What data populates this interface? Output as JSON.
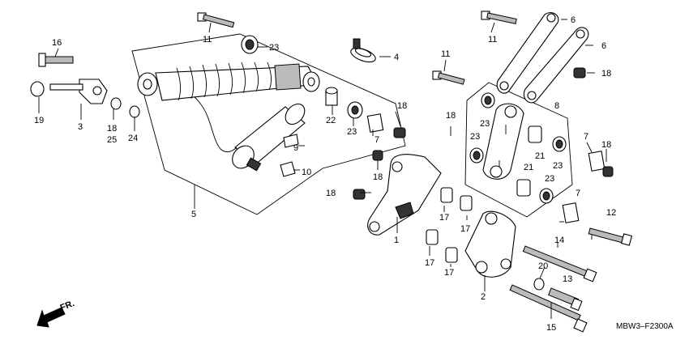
{
  "diagram_code": "MBW3–F2300A",
  "direction_label": "FR.",
  "callouts": {
    "c1": "1",
    "c2": "2",
    "c3": "3",
    "c4": "4",
    "c5": "5",
    "c6a": "6",
    "c6b": "6",
    "c7a": "7",
    "c7b": "7",
    "c7c": "7",
    "c8": "8",
    "c9": "9",
    "c10": "10",
    "c11a": "11",
    "c11b": "11",
    "c11c": "11",
    "c12": "12",
    "c13": "13",
    "c14": "14",
    "c15": "15",
    "c16": "16",
    "c17a": "17",
    "c17b": "17",
    "c17c": "17",
    "c17d": "17",
    "c18a": "18",
    "c18b": "18",
    "c18c": "18",
    "c18d": "18",
    "c18e": "18",
    "c18f": "18",
    "c18g": "18",
    "c19": "19",
    "c20": "20",
    "c21a": "21",
    "c21b": "21",
    "c22": "22",
    "c23a": "23",
    "c23b": "23",
    "c23c": "23",
    "c23d": "23",
    "c23e": "23",
    "c23f": "23",
    "c24": "24",
    "c25": "25"
  }
}
